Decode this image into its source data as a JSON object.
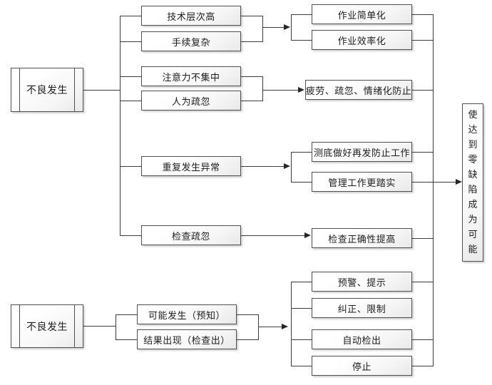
{
  "diagram": {
    "background_color": "#ffffff",
    "line_color": "#3d3d3d",
    "box_border_color": "#4f4f4f",
    "box_fill_top": "#ffffff",
    "box_fill_bottom": "#e9e9e9",
    "top_flow": {
      "source": "不良发生",
      "causes": [
        "技术层次高",
        "手续复杂",
        "注意力不集中",
        "人为疏忽",
        "重复发生异常",
        "检查疏忽"
      ],
      "measures": [
        "作业简单化",
        "作业效率化",
        "疲劳、疏忽、情绪化防止",
        "测底做好再发防止工作",
        "管理工作更踏实",
        "检查正确性提高"
      ]
    },
    "bottom_flow": {
      "source": "不良发生",
      "stages": [
        "可能发生（预知）",
        "结果出现（检查出）"
      ],
      "actions": [
        "预警、提示",
        "纠正、限制",
        "自动检出",
        "停止"
      ]
    },
    "goal": "使达到零缺陷成为可能"
  }
}
